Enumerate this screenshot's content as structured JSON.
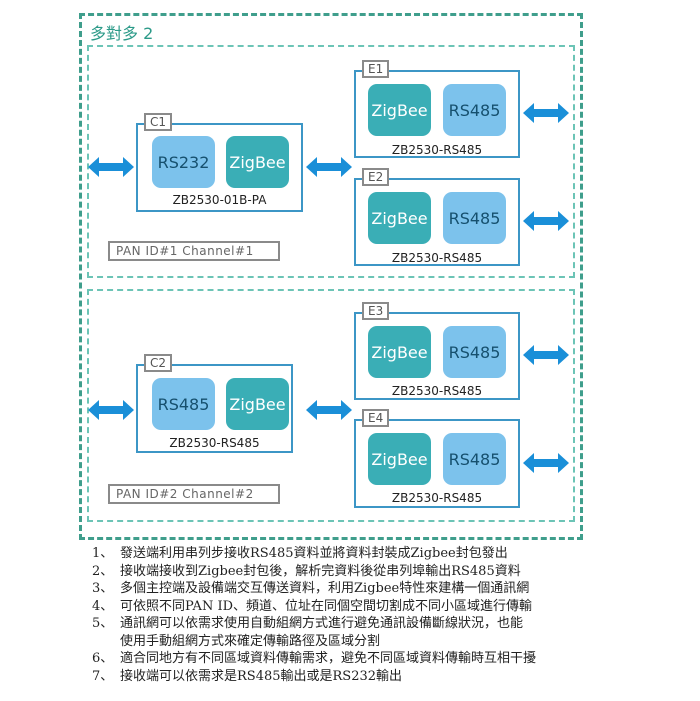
{
  "title": "多對多 2",
  "groups": [
    {
      "pan_label": "PAN ID#1  Channel#1",
      "coordinator": {
        "tag": "C1",
        "left_module": "RS232",
        "right_module": "ZigBee",
        "model": "ZB2530-01B-PA"
      },
      "end_devices": [
        {
          "tag": "E1",
          "left_module": "ZigBee",
          "right_module": "RS485",
          "model": "ZB2530-RS485"
        },
        {
          "tag": "E2",
          "left_module": "ZigBee",
          "right_module": "RS485",
          "model": "ZB2530-RS485"
        }
      ]
    },
    {
      "pan_label": "PAN ID#2  Channel#2",
      "coordinator": {
        "tag": "C2",
        "left_module": "RS485",
        "right_module": "ZigBee",
        "model": "ZB2530-RS485"
      },
      "end_devices": [
        {
          "tag": "E3",
          "left_module": "ZigBee",
          "right_module": "RS485",
          "model": "ZB2530-RS485"
        },
        {
          "tag": "E4",
          "left_module": "ZigBee",
          "right_module": "RS485",
          "model": "ZB2530-RS485"
        }
      ]
    }
  ],
  "notes": [
    {
      "num": "1、",
      "text": "發送端利用串列步接收RS485資料並將資料封裝成Zigbee封包發出"
    },
    {
      "num": "2、",
      "text": "接收端接收到Zigbee封包後，解析完資料後從串列埠輸出RS485資料"
    },
    {
      "num": "3、",
      "text": "多個主控端及設備端交互傳送資料，利用Zigbee特性來建構一個通訊網"
    },
    {
      "num": "4、",
      "text": "可依照不同PAN ID、頻道、位址在同個空間切割成不同小區域進行傳輸"
    },
    {
      "num": "5、",
      "text": "通訊網可以依需求使用自動組網方式進行避免通訊設備斷線狀況，也能",
      "cont": "使用手動組網方式來確定傳輸路徑及區域分割"
    },
    {
      "num": "6、",
      "text": "適合同地方有不同區域資料傳輸需求，避免不同區域資料傳輸時互相干擾"
    },
    {
      "num": "7、",
      "text": "接收端可以依需求是RS485輸出或是RS232輸出"
    }
  ],
  "colors": {
    "arrow": "#1a8fd8",
    "teal_module": "#3aaeb6",
    "blue_module": "#7cc2ec",
    "device_border": "#3c96c6",
    "dashed": "#3f9e8c"
  },
  "icons": {
    "arrow": "double-headed-arrow-icon"
  }
}
